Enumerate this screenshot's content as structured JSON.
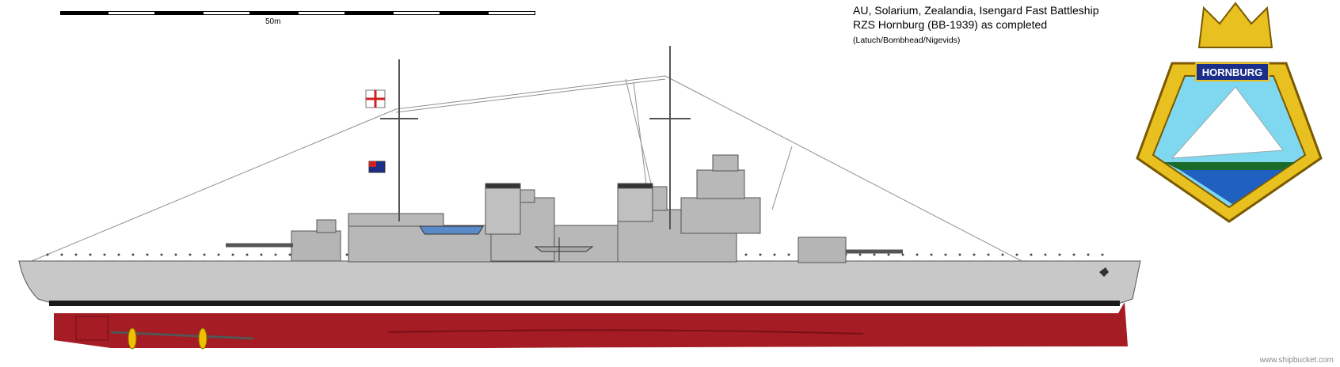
{
  "scale": {
    "label": "50m",
    "segments": 10
  },
  "title": {
    "line1": "AU, Solarium, Zealandia, Isengard Fast Battleship",
    "line2": "RZS Hornburg (BB-1939) as completed",
    "credits": "(Latuch/Bombhead/Nigevids)"
  },
  "crest": {
    "name_plate": "HORNBURG"
  },
  "watermark": "www.shipbucket.com",
  "colors": {
    "hull_grey": "#c8c8c8",
    "antifouling_red": "#a51c24",
    "boot_top": "#1a1a1a",
    "crest_gold": "#e8c020",
    "crest_sky": "#7fd8f0"
  }
}
